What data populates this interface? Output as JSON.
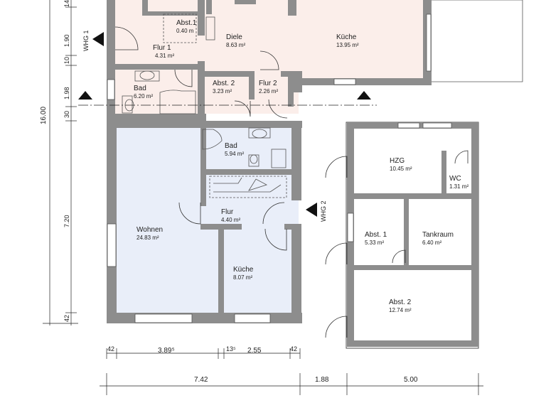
{
  "colors": {
    "wall": "#8d8d8d",
    "upper_apartment": "#fbeeea",
    "lower_apartment": "#e9eef9",
    "outline": "#4d4d4d"
  },
  "rooms": {
    "abst1_top": {
      "label": "Abst.1",
      "area": "0.40 m"
    },
    "flur1": {
      "label": "Flur 1",
      "area": "4.31 m²"
    },
    "diele": {
      "label": "Diele",
      "area": "8.63 m²"
    },
    "kueche_top": {
      "label": "Küche",
      "area": "13.95 m²"
    },
    "bad_top": {
      "label": "Bad",
      "area": "6.20 m²"
    },
    "abst2_top": {
      "label": "Abst. 2",
      "area": "3.23 m²"
    },
    "flur2": {
      "label": "Flur 2",
      "area": "2.26 m²"
    },
    "bad_mid": {
      "label": "Bad",
      "area": "5.94 m²"
    },
    "flur_mid": {
      "label": "Flur",
      "area": "4.40 m²"
    },
    "wohnen": {
      "label": "Wohnen",
      "area": "24.83 m²"
    },
    "kueche_mid": {
      "label": "Küche",
      "area": "8.07 m²"
    },
    "hzg": {
      "label": "HZG",
      "area": "10.45 m²"
    },
    "wc": {
      "label": "WC",
      "area": "1.31 m²"
    },
    "abst1_right": {
      "label": "Abst. 1",
      "area": "5.33 m²"
    },
    "tankraum": {
      "label": "Tankraum",
      "area": "6.40 m²"
    },
    "abst2_right": {
      "label": "Abst. 2",
      "area": "12.74 m²"
    }
  },
  "apartments": {
    "whg1": "WHG 1",
    "whg2": "WHG 2"
  },
  "dimensions": {
    "left_total": "16.00",
    "left_segments": [
      "14",
      "1.90",
      "10",
      "1.98",
      "30",
      "7.20",
      "42"
    ],
    "bottom_segments": [
      "42",
      "3.89⁵",
      "13⁵",
      "2.55",
      "42"
    ],
    "bottom_totals": [
      "7.42",
      "1.88",
      "5.00"
    ]
  }
}
